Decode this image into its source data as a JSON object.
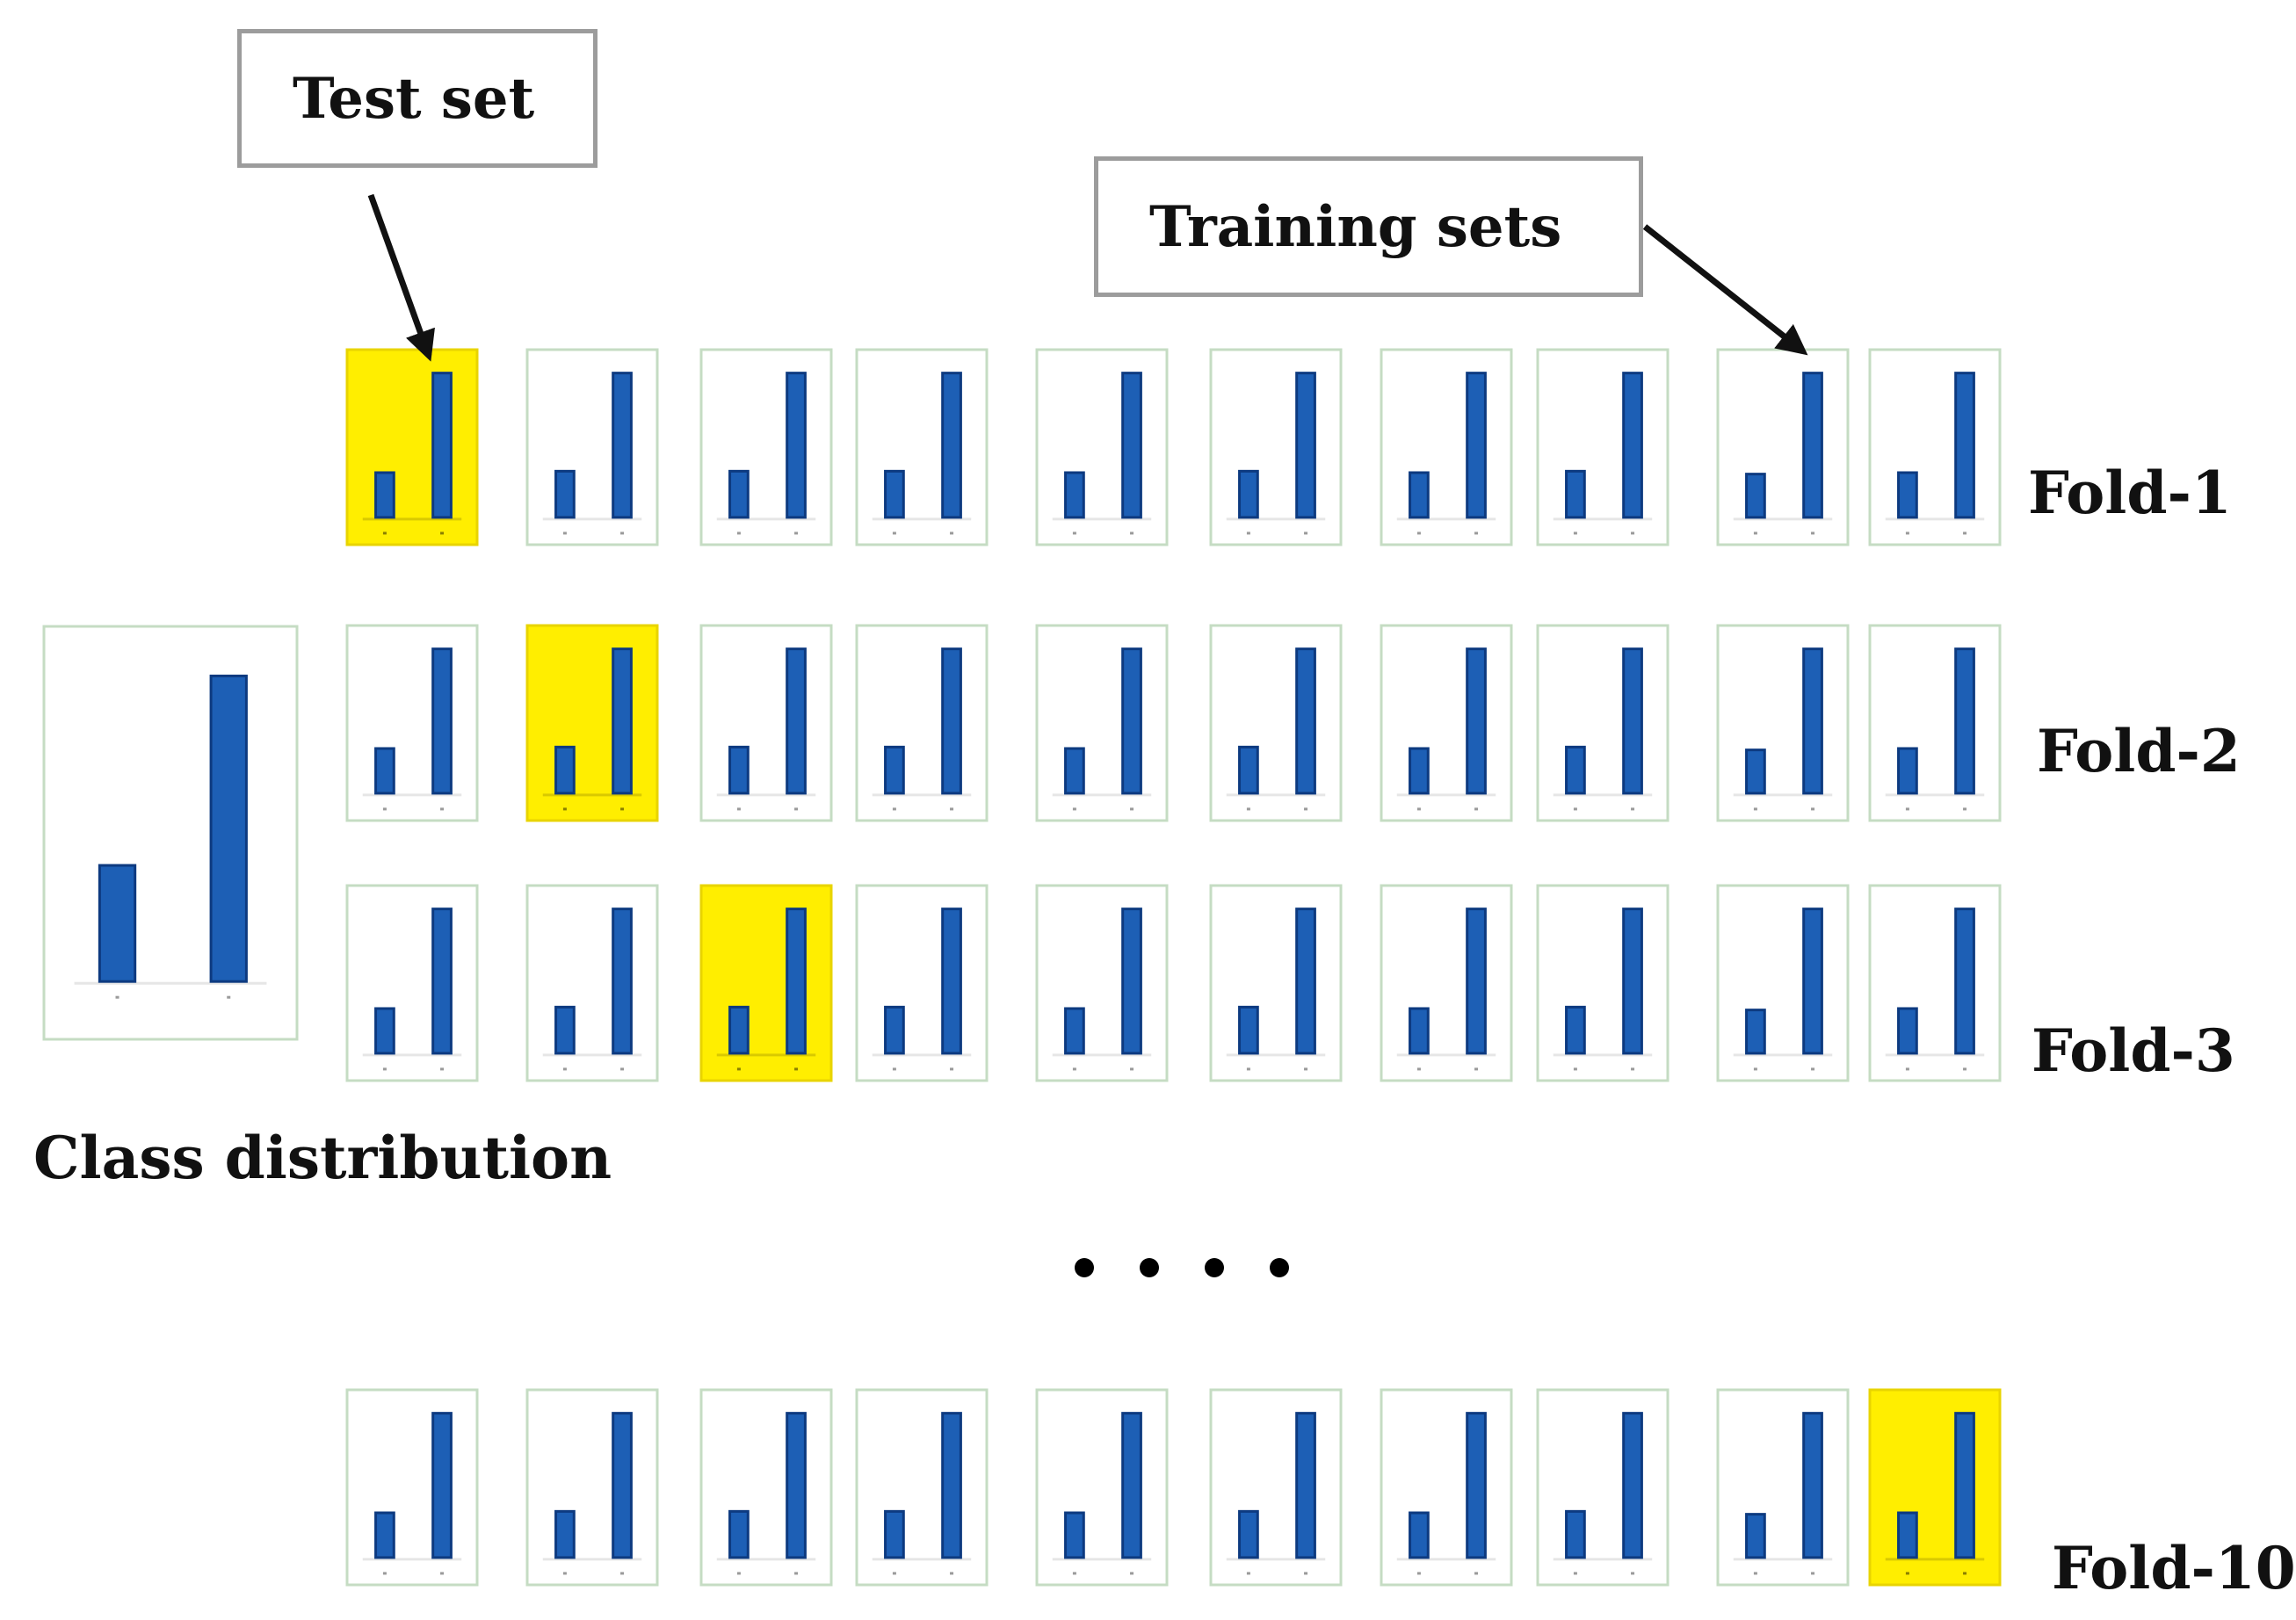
{
  "callouts": {
    "test_set": "Test set",
    "training_sets": "Training sets"
  },
  "class_distribution": {
    "label": "Class distribution",
    "values": [
      0.38,
      1.0
    ]
  },
  "folds": [
    {
      "label": "Fold-1",
      "test_index": 0
    },
    {
      "label": "Fold-2",
      "test_index": 1
    },
    {
      "label": "Fold-3",
      "test_index": 2
    },
    {
      "label": "Fold-10",
      "test_index": 9
    }
  ],
  "subset_bars": [
    [
      0.31,
      1.0
    ],
    [
      0.32,
      1.0
    ],
    [
      0.32,
      1.0
    ],
    [
      0.32,
      1.0
    ],
    [
      0.31,
      1.0
    ],
    [
      0.32,
      1.0
    ],
    [
      0.31,
      1.0
    ],
    [
      0.32,
      1.0
    ],
    [
      0.3,
      1.0
    ],
    [
      0.31,
      1.0
    ]
  ],
  "colors": {
    "test_highlight": "#ffee00",
    "bar_fill": "#1d5fb5",
    "bar_edge": "#0d3a80",
    "panel_border": "#c5dcc3",
    "arrow": "#111111"
  }
}
